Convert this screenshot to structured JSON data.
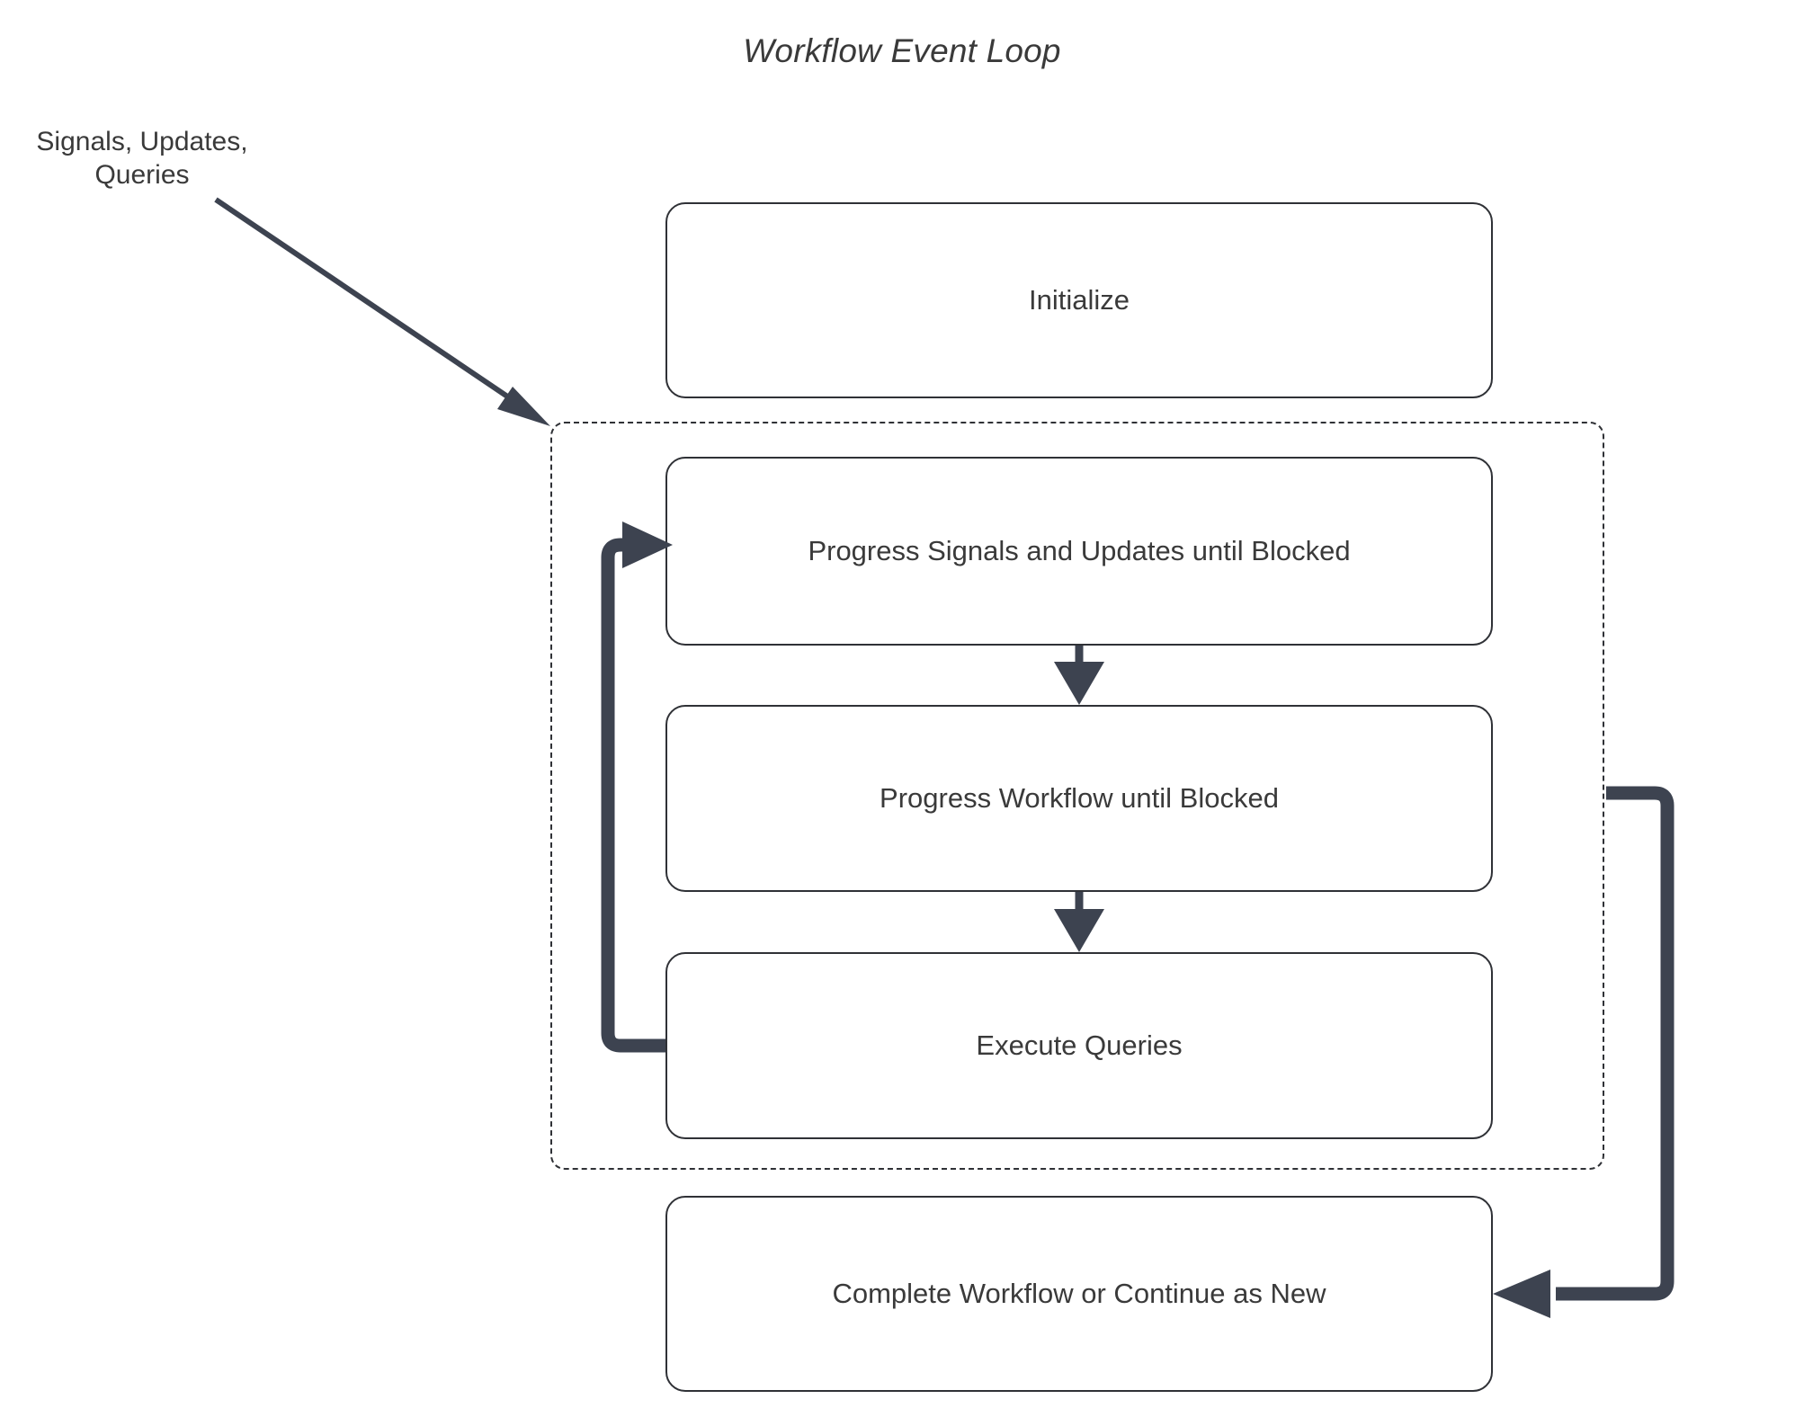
{
  "title": "Workflow Event Loop",
  "colors": {
    "background": "#ffffff",
    "node_border": "#2f3136",
    "node_fill": "#ffffff",
    "text": "#3a3a3a",
    "connector": "#3d4350",
    "group_border": "#2f3136"
  },
  "annotations": {
    "input_label": "Signals, Updates,\nQueries"
  },
  "nodes": [
    {
      "id": "initialize",
      "label": "Initialize"
    },
    {
      "id": "progress-signals",
      "label": "Progress Signals and Updates until Blocked"
    },
    {
      "id": "progress-workflow",
      "label": "Progress Workflow until Blocked"
    },
    {
      "id": "execute-queries",
      "label": "Execute Queries"
    },
    {
      "id": "complete-workflow",
      "label": "Complete Workflow or Continue as New"
    }
  ],
  "group": {
    "id": "event-loop-group",
    "style": "dashed",
    "contains": [
      "progress-signals",
      "progress-workflow",
      "execute-queries"
    ]
  },
  "edges": [
    {
      "id": "input-to-loop",
      "from": "Signals, Updates, Queries",
      "to": "event-loop-group",
      "style": "thin-diagonal"
    },
    {
      "id": "signals-to-workflow",
      "from": "progress-signals",
      "to": "progress-workflow",
      "style": "thin-vertical"
    },
    {
      "id": "workflow-to-queries",
      "from": "progress-workflow",
      "to": "execute-queries",
      "style": "thin-vertical"
    },
    {
      "id": "queries-loop-back",
      "from": "execute-queries",
      "to": "progress-signals",
      "style": "thick-orthogonal"
    },
    {
      "id": "group-to-complete",
      "from": "event-loop-group",
      "to": "complete-workflow",
      "style": "thick-orthogonal"
    }
  ]
}
